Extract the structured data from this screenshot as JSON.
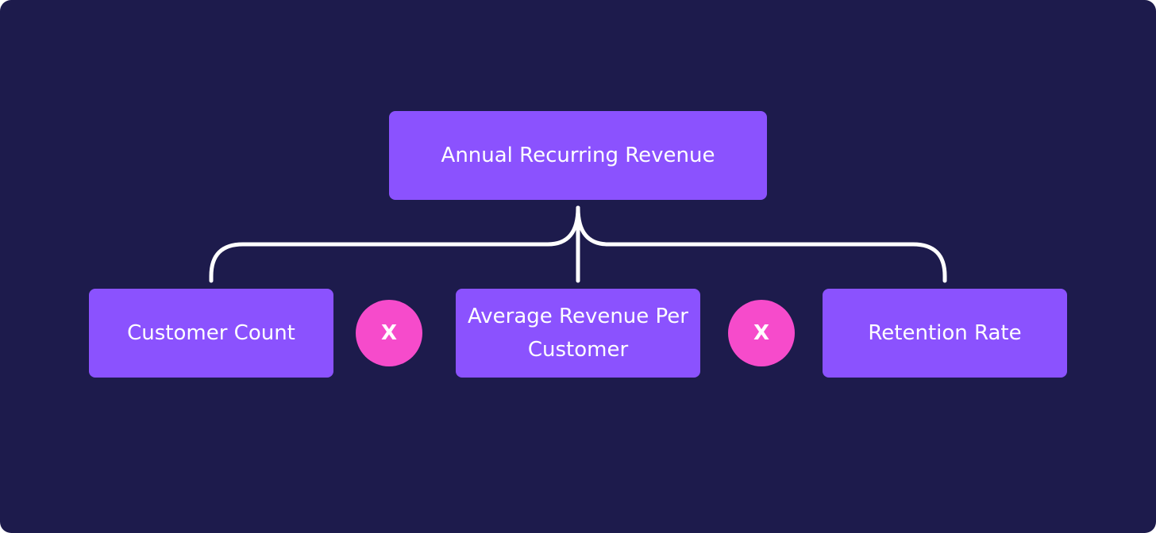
{
  "diagram": {
    "root": {
      "label": "Annual Recurring Revenue"
    },
    "factors": [
      {
        "label": "Customer Count"
      },
      {
        "label": "Average Revenue Per Customer"
      },
      {
        "label": "Retention Rate"
      }
    ],
    "operators": [
      "X",
      "X"
    ]
  },
  "colors": {
    "background": "#1d1b4c",
    "box_fill": "#8b52fe",
    "operator_fill": "#f64bcb",
    "text": "#ffffff",
    "connector": "#ffffff"
  }
}
